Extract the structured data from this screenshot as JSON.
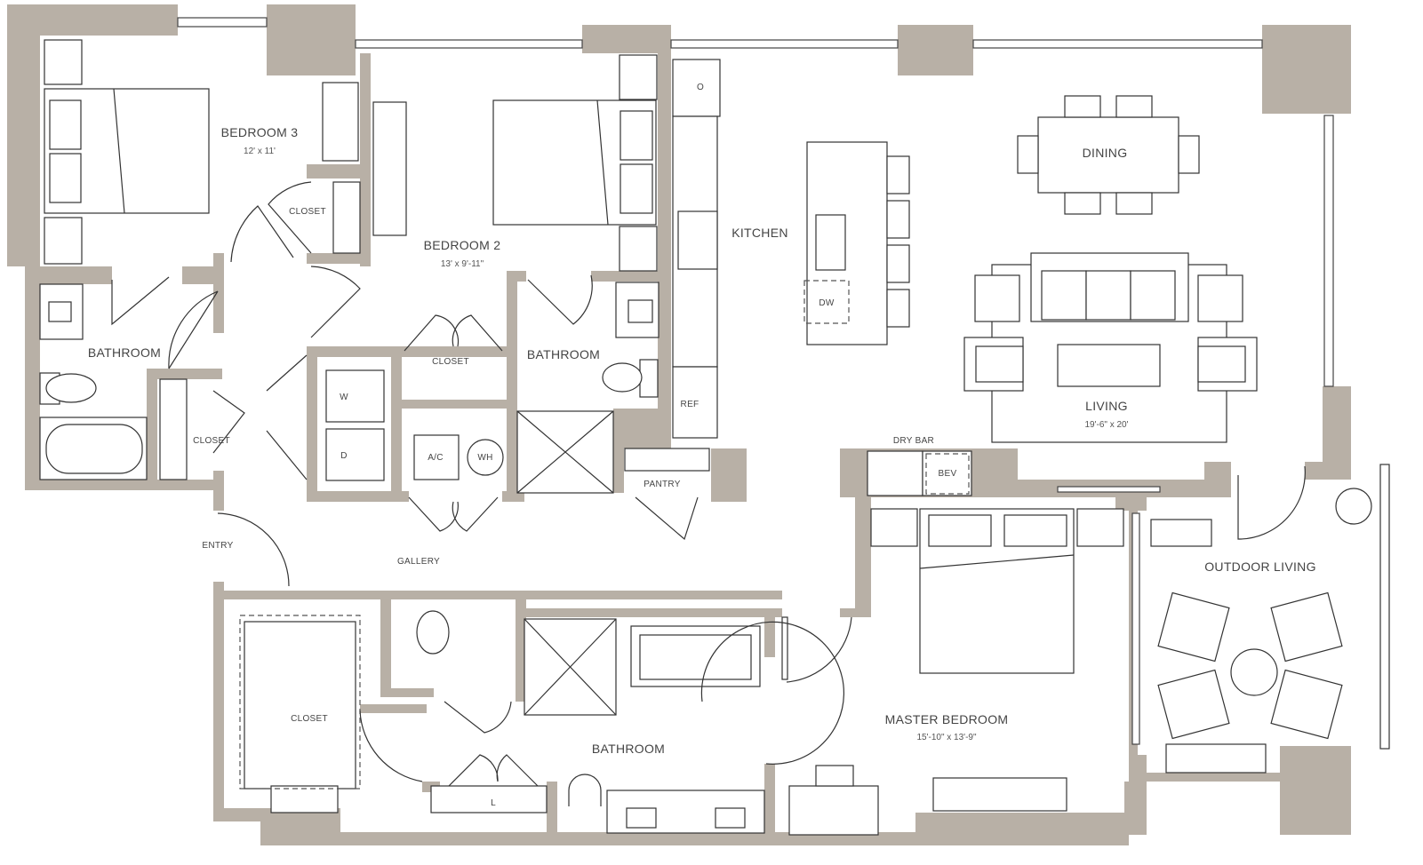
{
  "colors": {
    "wall": "#b8b0a6",
    "line": "#333333",
    "label": "#444444"
  },
  "rooms": {
    "bedroom3": {
      "name": "BEDROOM 3",
      "dims": "12' x 11'"
    },
    "bedroom2": {
      "name": "BEDROOM 2",
      "dims": "13' x 9'-11\""
    },
    "kitchen": {
      "name": "KITCHEN"
    },
    "dining": {
      "name": "DINING"
    },
    "living": {
      "name": "LIVING",
      "dims": "19'-6\" x 20'"
    },
    "bathroom_left": {
      "name": "BATHROOM"
    },
    "bathroom_mid": {
      "name": "BATHROOM"
    },
    "bathroom_master": {
      "name": "BATHROOM"
    },
    "closet_b3": {
      "name": "CLOSET"
    },
    "closet_hall": {
      "name": "CLOSET"
    },
    "closet_b2": {
      "name": "CLOSET"
    },
    "closet_master": {
      "name": "CLOSET"
    },
    "entry": {
      "name": "ENTRY"
    },
    "gallery": {
      "name": "GALLERY"
    },
    "pantry": {
      "name": "PANTRY"
    },
    "dry_bar": {
      "name": "DRY BAR"
    },
    "master_bedroom": {
      "name": "MASTER BEDROOM",
      "dims": "15'-10\" x 13'-9\""
    },
    "outdoor_living": {
      "name": "OUTDOOR LIVING"
    }
  },
  "fixtures": {
    "oven": "O",
    "dishwasher": "DW",
    "refrigerator": "REF",
    "washer": "W",
    "dryer": "D",
    "ac": "A/C",
    "water_heater": "WH",
    "beverage": "BEV",
    "linen": "L"
  }
}
